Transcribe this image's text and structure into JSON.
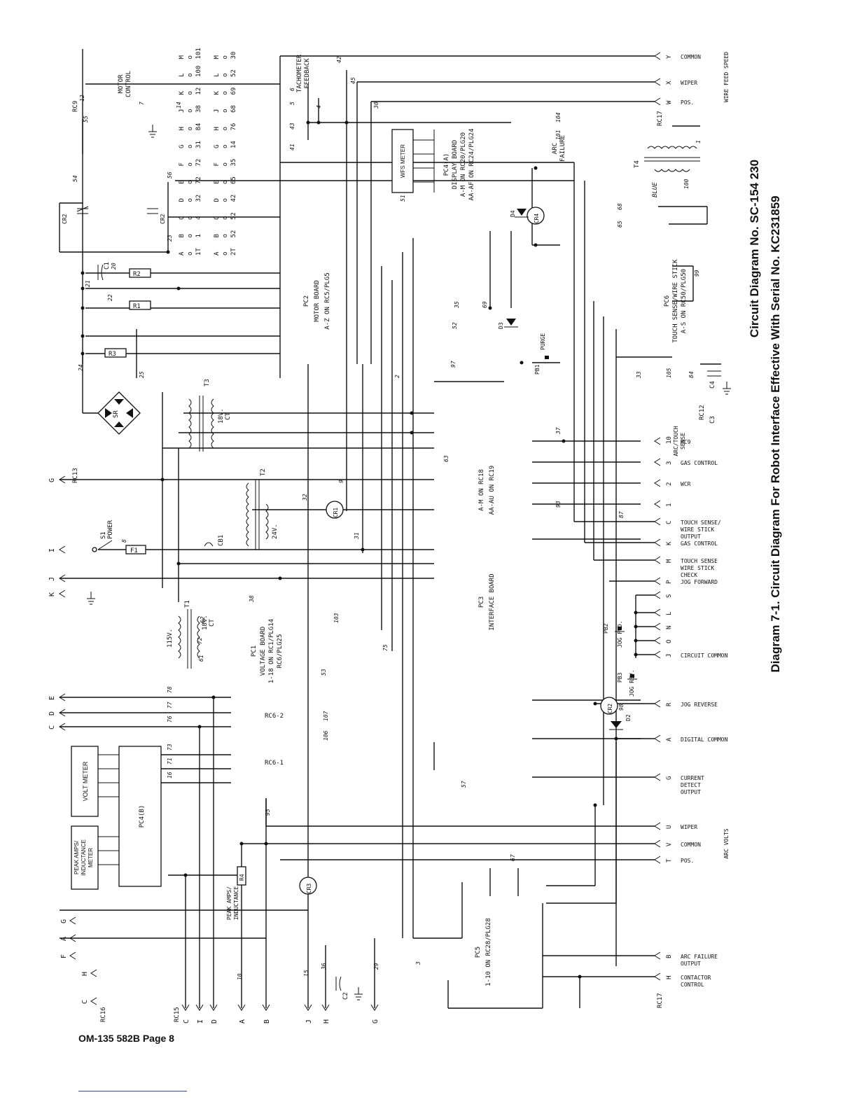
{
  "title": "Diagram 7-1. Circuit Diagram For Robot Interface Effective With Serial No. KC231859",
  "circuit_no": "Circuit Diagram No. SC-154 230",
  "footer": "OM-135 582B Page 8",
  "boards": {
    "pc1": [
      "PC1",
      "VOLTAGE BOARD",
      "1-18 ON RC1/PLG14",
      "RC6/PLG25"
    ],
    "pc2": [
      "PC2",
      "MOTOR BOARD",
      "A-Z ON RC5/PLG5"
    ],
    "pc3": [
      "PC3",
      "INTERFACE BOARD"
    ],
    "pc3_pins": [
      "A-M ON RC18",
      "AA-AU ON RC19"
    ],
    "pc4a": [
      "PC4(A)",
      "DISPLAY BOARD",
      "A-M ON RC20/PLG20",
      "AA-AF ON RC24/PLG24"
    ],
    "pc4b": "PC4(B)",
    "pc5": [
      "PC5",
      "1-10 ON RC28/PLG28"
    ],
    "pc6": [
      "PC6",
      "TOUCH SENSE/WIRE STICK",
      "A-S ON RC50/PLG50"
    ]
  },
  "meters": {
    "volt": "VOLT METER",
    "peak": [
      "PEAK AMPS/",
      "INDUCTANCE",
      "METER"
    ],
    "wfs": "WFS METER"
  },
  "labels": {
    "motor_control": [
      "MOTOR",
      "CONTROL"
    ],
    "tachometer": [
      "TACHOMETER",
      "FEEDBACK"
    ],
    "arc_failure": [
      "ARC",
      "FAILURE"
    ],
    "purge": "PURGE",
    "power": "POWER",
    "s1": "S1",
    "f1": "F1",
    "t1": "T1",
    "t2": "T2",
    "t3": "T3",
    "t4": "T4",
    "sr": "SR",
    "cb1": "CB1",
    "v115": "115V.",
    "v18ct": [
      "18V.",
      "CT"
    ],
    "v24": "24V.",
    "blue": "BLUE",
    "jog_fwd": "JOG FWD.",
    "jog_rev": "JOG REV.",
    "pb1": "PB1",
    "pb2": "PB2",
    "pb3": "PB3",
    "peak_inductance": [
      "PEAK AMPS/",
      "INDUCTANCE"
    ],
    "r4": "R4",
    "rc6_2": "RC6-2",
    "rc6_1": "RC6-1",
    "rc9": "RC9",
    "rc12": "RC12",
    "rc13": "RC13",
    "rc15": "RC15",
    "rc16": "RC16",
    "rc17": "RC17",
    "c1": "C1",
    "c2": "C2",
    "c3": "C3",
    "c4": "C4",
    "r1": "R1",
    "r2": "R2",
    "r3": "R3",
    "cr1": "CR1",
    "cr2": "CR2",
    "cr3": "CR3",
    "cr4": "CR4",
    "d2": "D2",
    "d3": "D3",
    "d4": "D4"
  },
  "right_terminals": [
    {
      "pin": "Y",
      "label": "COMMON"
    },
    {
      "pin": "X",
      "label": "WIPER"
    },
    {
      "pin": "W",
      "label": "POS."
    },
    {
      "pin": "10",
      "label": "RC9"
    },
    {
      "pin": "3",
      "label": "GAS CONTROL"
    },
    {
      "pin": "2",
      "label": "WCR"
    },
    {
      "pin": "1",
      "label": ""
    },
    {
      "pin": "C",
      "label": "TOUCH SENSE/ WIRE STICK OUTPUT"
    },
    {
      "pin": "K",
      "label": "GAS CONTROL"
    },
    {
      "pin": "M",
      "label": "TOUCH SENSE WIRE STICK CHECK"
    },
    {
      "pin": "P",
      "label": "JOG FORWARD"
    },
    {
      "pin": "S",
      "label": ""
    },
    {
      "pin": "L",
      "label": ""
    },
    {
      "pin": "N",
      "label": ""
    },
    {
      "pin": "O",
      "label": ""
    },
    {
      "pin": "J",
      "label": "CIRCUIT COMMON"
    },
    {
      "pin": "R",
      "label": "JOG REVERSE"
    },
    {
      "pin": "A",
      "label": "DIGITAL COMMON"
    },
    {
      "pin": "G",
      "label": "CURRENT DETECT OUTPUT"
    },
    {
      "pin": "U",
      "label": "WIPER"
    },
    {
      "pin": "V",
      "label": "COMMON"
    },
    {
      "pin": "T",
      "label": "POS."
    },
    {
      "pin": "B",
      "label": "ARC FAILURE OUTPUT"
    },
    {
      "pin": "H",
      "label": "CONTACTOR CONTROL"
    }
  ],
  "group_labels": {
    "wire_feed_speed": "WIRE FEED SPEED",
    "arc_volts": "ARC VOLTS",
    "arc_touch_sense": [
      "ARC/TOUCH",
      "SENSE"
    ]
  },
  "left_terminals": [
    "E",
    "D",
    "C",
    "G",
    "I",
    "J",
    "K"
  ],
  "bottom_terminals": [
    "C",
    "I",
    "D",
    "A",
    "B",
    "J",
    "H",
    "G"
  ],
  "rc16_terminals": [
    "C",
    "H",
    "F",
    "A",
    "G"
  ],
  "motor_table": {
    "row1": [
      "A",
      "B",
      "C",
      "D",
      "E",
      "F",
      "G",
      "H",
      "J",
      "K",
      "L",
      "M"
    ],
    "row1_wires": [
      "1T",
      "1",
      "4",
      "32",
      "72",
      "72",
      "31",
      "84",
      "38",
      "12",
      "100",
      "101"
    ],
    "row2": [
      "A",
      "B",
      "C",
      "D",
      "E",
      "F",
      "G",
      "H",
      "J",
      "K",
      "L",
      "M"
    ],
    "row2_wires": [
      "2T",
      "52",
      "52",
      "42",
      "65",
      "35",
      "14",
      "76",
      "68",
      "69",
      "52",
      "30"
    ]
  },
  "wire_numbers": [
    "42",
    "45",
    "30",
    "43",
    "41",
    "4",
    "5",
    "6",
    "12",
    "55",
    "54",
    "56",
    "7",
    "14",
    "20",
    "21",
    "22",
    "23",
    "24",
    "25",
    "32",
    "9",
    "31",
    "8",
    "38",
    "62",
    "72",
    "61",
    "103",
    "75",
    "53",
    "107",
    "106",
    "78",
    "77",
    "76",
    "73",
    "71",
    "16",
    "95",
    "57",
    "67",
    "10",
    "15",
    "36",
    "29",
    "52",
    "97",
    "68",
    "65",
    "35",
    "69",
    "37",
    "93",
    "87",
    "98",
    "99",
    "100",
    "101",
    "104",
    "105",
    "84",
    "33",
    "51",
    "63",
    "2",
    "3",
    "1"
  ]
}
